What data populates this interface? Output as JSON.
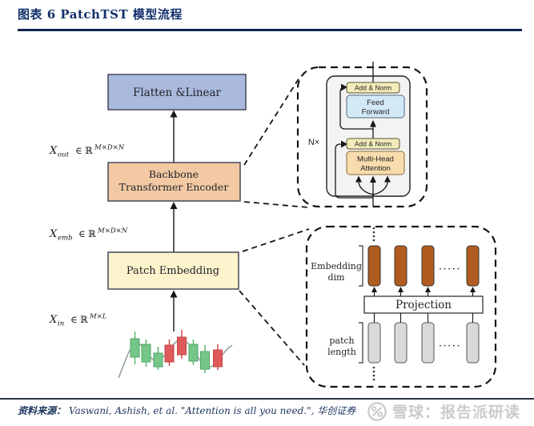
{
  "header": {
    "title": "图表 6   PatchTST 模型流程"
  },
  "flow": {
    "flatten_label": "Flatten &Linear",
    "backbone_line1": "Backbone",
    "backbone_line2": "Transformer Encoder",
    "patch_label": "Patch Embedding",
    "x_out": {
      "base": "X",
      "sub": "out",
      "mid": "∈ ℝ",
      "sup": "M×D×N"
    },
    "x_emb": {
      "base": "X",
      "sub": "emb",
      "mid": "∈ ℝ",
      "sup": "M×D×N"
    },
    "x_in": {
      "base": "X",
      "sub": "in",
      "mid": "∈ ℝ",
      "sup": "M×L"
    }
  },
  "encoder_detail": {
    "repeat_label": "N×",
    "add_norm_top": "Add & Norm",
    "feed_forward_line1": "Feed",
    "feed_forward_line2": "Forward",
    "add_norm_bottom": "Add & Norm",
    "attention_line1": "Multi-Head",
    "attention_line2": "Attention"
  },
  "embedding_detail": {
    "embedding_dim_line1": "Embedding",
    "embedding_dim_line2": "dim",
    "projection_label": "Projection",
    "patch_length_line1": "patch",
    "patch_length_line2": "length",
    "dots_top": "·····",
    "dots_bottom": "·····"
  },
  "footer": {
    "source_prefix": "资料来源：",
    "source_text": "Vaswani, Ashish, et al. \"Attention is all you need.\", 华创证券"
  },
  "watermark": {
    "label": "雪球：报告派研读"
  },
  "colors": {
    "title_navy": "#13306b",
    "flatten_fill": "#a9bade",
    "backbone_fill": "#f2c9a3",
    "patch_fill": "#fdf3cd",
    "add_norm_fill": "#f1ecb9",
    "feed_forward_fill": "#d4e9f7",
    "attention_fill": "#f8dcae",
    "encoder_inner_fill": "#f3f3f1",
    "embedding_bar_fill": "#b05c20",
    "patch_bar_fill": "#d9d9d9",
    "candle_green": "#74c787",
    "candle_red": "#de5a5a",
    "watermark_gray": "#c9c9c9"
  }
}
